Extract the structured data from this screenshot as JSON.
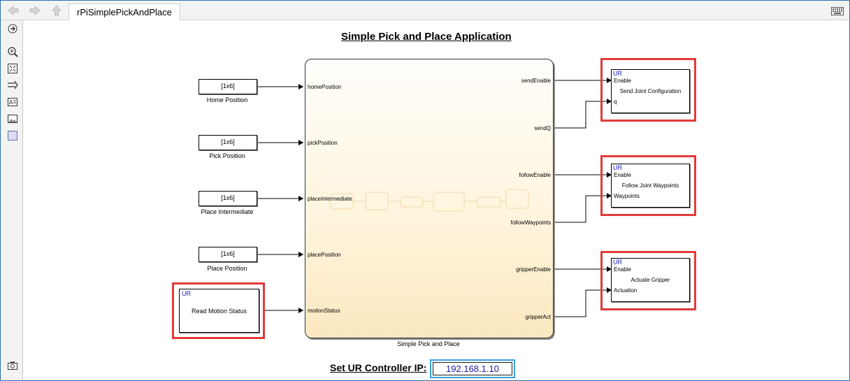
{
  "window": {
    "tab_label": "rPiSimplePickAndPlace"
  },
  "toolbar": {
    "back_icon": "back-arrow-icon",
    "forward_icon": "forward-arrow-icon",
    "up_icon": "up-arrow-icon",
    "keyboard_icon": "keyboard-icon"
  },
  "palette": [
    "hide-panel-icon",
    "zoom-in-icon",
    "fit-to-view-icon",
    "signal-arrow-icon",
    "annotation-icon",
    "image-icon",
    "area-icon",
    "camera-icon"
  ],
  "diagram": {
    "title": "Simple Pick and Place Application",
    "constants": [
      {
        "value": "[1x6]",
        "label": "Home Position"
      },
      {
        "value": "[1x6]",
        "label": "Pick Position"
      },
      {
        "value": "[1x6]",
        "label": "Place Intermediate"
      },
      {
        "value": "[1x6]",
        "label": "Place Position"
      }
    ],
    "read_status": {
      "badge": "UR",
      "text": "Read Motion Status"
    },
    "chart": {
      "label": "Simple Pick and Place",
      "inputs": [
        "homePosition",
        "pickPosition",
        "placeIntermediate",
        "placePosition",
        "motionStatus"
      ],
      "outputs": [
        "sendEnable",
        "sendQ",
        "followEnable",
        "followWaypoints",
        "gripperEnable",
        "gripperAct"
      ]
    },
    "ur_blocks": [
      {
        "badge": "UR",
        "port1": "Enable",
        "title": "Send Joint Configuration",
        "port2": "q"
      },
      {
        "badge": "UR",
        "port1": "Enable",
        "title": "Follow Joint Waypoints",
        "port2": "Waypoints"
      },
      {
        "badge": "UR",
        "port1": "Enable",
        "title": "Actuate Gripper",
        "port2": "Actuation"
      }
    ],
    "ip": {
      "label": "Set UR Controller IP:",
      "value": "192.168.1.10"
    },
    "colors": {
      "highlight": "#e23b3b",
      "ur_badge": "#1f20c6",
      "ip_border": "#39a0e6"
    }
  }
}
